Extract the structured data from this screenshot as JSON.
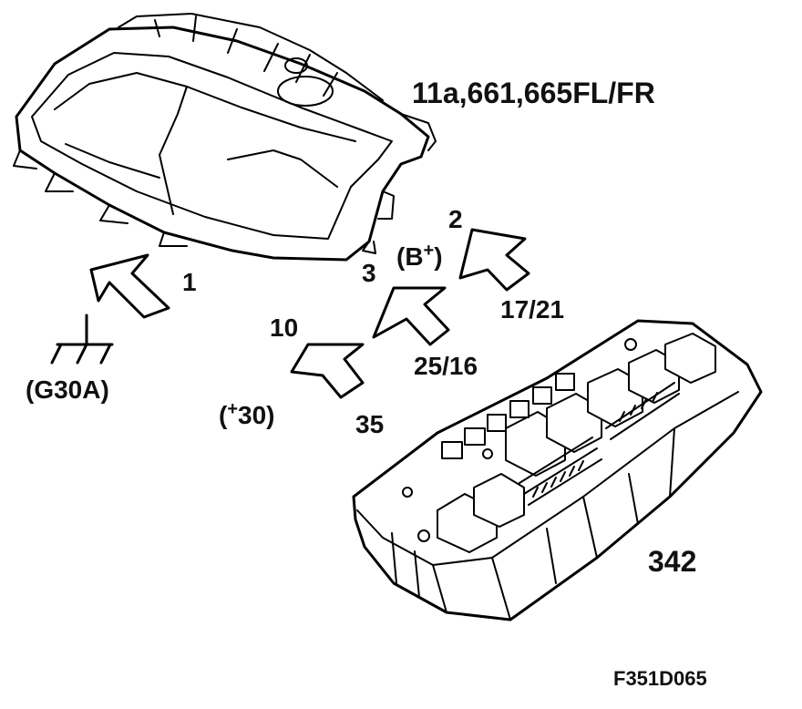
{
  "labels": {
    "headlamp": "11a,661,665FL/FR",
    "fuse_box": "342",
    "arrow1": "1",
    "arrow2": "2",
    "arrow3": "3",
    "arrow10": "10",
    "b_plus_open": "(B",
    "b_plus_sign": "+",
    "b_plus_close": ")",
    "p30_open": "(",
    "p30_sign": "+",
    "p30_rest": "30)",
    "ground": "(G30A)",
    "pin_17_21": "17/21",
    "pin_25_16": "25/16",
    "pin_35": "35",
    "figure_id": "F351D065"
  },
  "icons": [
    "headlamp-drawing",
    "fuse-relay-box-drawing",
    "connector-arrow-icon",
    "ground-symbol-icon"
  ],
  "colors": {
    "ink": "#000000",
    "background": "#ffffff"
  }
}
